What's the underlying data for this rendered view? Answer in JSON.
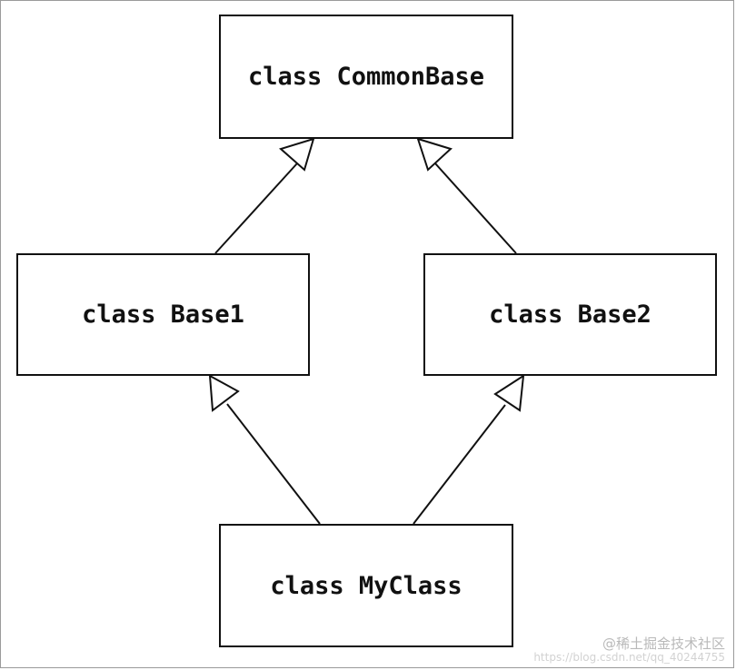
{
  "diagram": {
    "nodes": [
      {
        "id": "common",
        "label": "class CommonBase"
      },
      {
        "id": "base1",
        "label": "class Base1"
      },
      {
        "id": "base2",
        "label": "class Base2"
      },
      {
        "id": "my",
        "label": "class MyClass"
      }
    ],
    "edges": [
      {
        "from": "base1",
        "to": "common",
        "kind": "inheritance"
      },
      {
        "from": "base2",
        "to": "common",
        "kind": "inheritance"
      },
      {
        "from": "my",
        "to": "base1",
        "kind": "inheritance"
      },
      {
        "from": "my",
        "to": "base2",
        "kind": "inheritance"
      }
    ]
  },
  "watermark": {
    "brand": "@稀土掘金技术社区",
    "url": "https://blog.csdn.net/qq_40244755"
  },
  "colors": {
    "line": "#111111",
    "background": "#ffffff"
  }
}
